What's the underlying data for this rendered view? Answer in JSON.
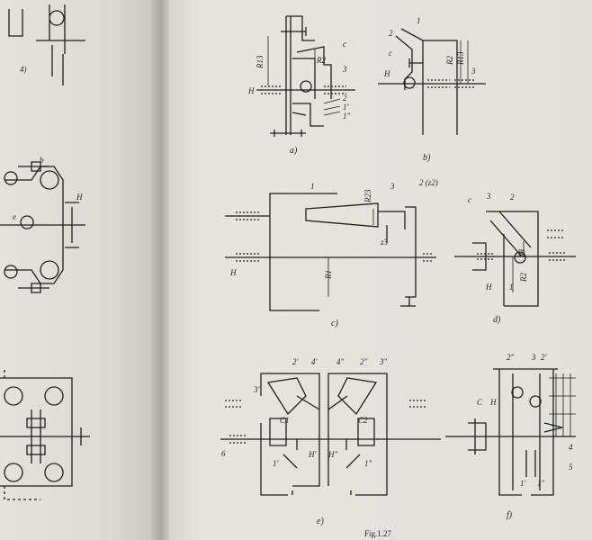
{
  "figure_caption": "Fig.1.27",
  "left_page": {
    "labels": [
      "b",
      "H",
      "e",
      "4)"
    ]
  },
  "panel_a": {
    "caption": "a)",
    "labels": [
      "c",
      "3",
      "2",
      "1'",
      "1\"",
      "H",
      "R13",
      "R2"
    ]
  },
  "panel_b": {
    "caption": "b)",
    "labels": [
      "1",
      "2",
      "c",
      "H",
      "3",
      "R2",
      "R13"
    ]
  },
  "panel_c": {
    "caption": "c)",
    "labels": [
      "1",
      "3",
      "2 (z2)",
      "R23",
      "z3",
      "H",
      "R1"
    ]
  },
  "panel_d": {
    "caption": "d)",
    "labels": [
      "c",
      "3",
      "2",
      "R1",
      "R2",
      "H",
      "1"
    ]
  },
  "panel_e": {
    "caption": "e)",
    "labels": [
      "2'",
      "4'",
      "4\"",
      "2\"",
      "3\"",
      "3'",
      "C1",
      "C2",
      "1'",
      "1\"",
      "H'",
      "H\"",
      "6"
    ]
  },
  "panel_f": {
    "caption": "f)",
    "labels": [
      "2\"",
      "3",
      "2'",
      "C",
      "H",
      "4",
      "5",
      "1'",
      "1\""
    ]
  }
}
